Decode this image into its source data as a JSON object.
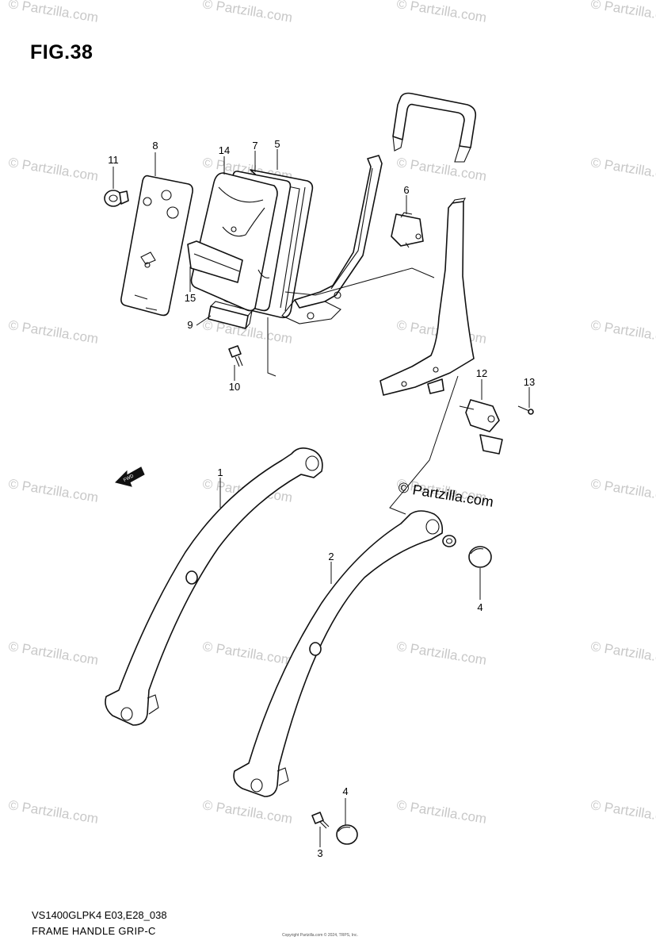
{
  "figure": {
    "title": "FIG.38",
    "model_code": "VS1400GLPK4 E03,E28_038",
    "section_title": "FRAME HANDLE GRIP-C",
    "copyright_small": "Copyright Partzilla.com © 2024, TRPS, Inc.",
    "brand_watermark": "© Partzilla.com",
    "tile_watermark": "© Partzilla.com",
    "fwd_label": "FWD"
  },
  "callouts": [
    "1",
    "2",
    "3",
    "4",
    "4",
    "5",
    "6",
    "7",
    "8",
    "9",
    "10",
    "11",
    "12",
    "13",
    "14",
    "15"
  ],
  "colors": {
    "line": "#111111",
    "watermark": "#c8c8c8",
    "background": "#ffffff"
  }
}
